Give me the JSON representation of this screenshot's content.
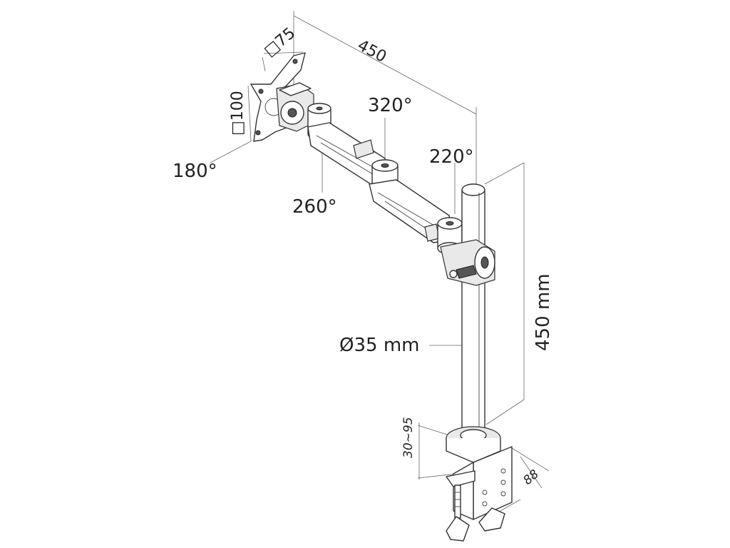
{
  "diagram": {
    "labels": {
      "vesa_small": "□75",
      "vesa_large": "□100",
      "arm_reach": "450",
      "rot_320": "320°",
      "rot_220": "220°",
      "rot_180": "180°",
      "rot_260": "260°",
      "pole_diameter": "Ø35 mm",
      "pole_height": "450 mm",
      "clamp_range": "30~95",
      "clamp_depth": "88"
    },
    "colors": {
      "line": "#333333",
      "text": "#222222",
      "shade": "#e9e9e9"
    }
  }
}
